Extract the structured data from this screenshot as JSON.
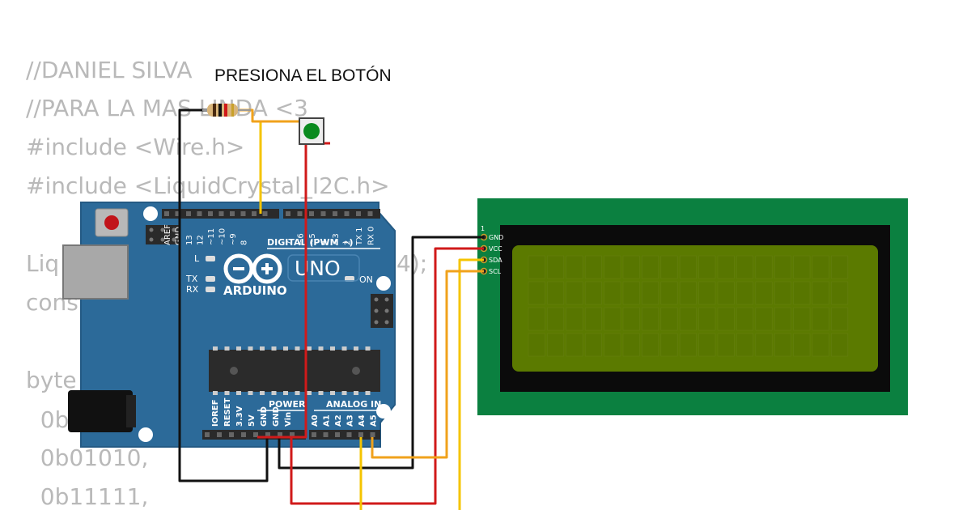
{
  "code_lines": [
    "//DANIEL SILVA",
    "//PARA LA MAS LINDA <3",
    "#include <Wire.h>",
    "#include <LiquidCrystal_I2C.h>",
    "",
    "Liq",
    "cons",
    "",
    "byte",
    "  0b",
    "  0b01010,",
    "  0b11111,"
  ],
  "code_fragment": "4);",
  "caption": "PRESIONA EL BOTÓN",
  "arduino": {
    "brand": "ARDUINO",
    "model": "UNO",
    "digital_label": "DIGITAL (PWM ~)",
    "power_label": "POWER",
    "analog_label": "ANALOG IN",
    "on_label": "ON",
    "led_labels": [
      "L",
      "TX",
      "RX"
    ],
    "digital_pins": [
      "AREF",
      "GND",
      "13",
      "12",
      "~11",
      "~10",
      "~9",
      "8",
      "7",
      "~6",
      "~5",
      "4",
      "~3",
      "2",
      "TX 1",
      "RX 0"
    ],
    "power_pins": [
      "IOREF",
      "RESET",
      "3.3V",
      "5V",
      "GND",
      "GND",
      "Vin"
    ],
    "analog_pins": [
      "A0",
      "A1",
      "A2",
      "A3",
      "A4",
      "A5"
    ],
    "colors": {
      "board": "#2c6a99",
      "header": "#2a2a2a",
      "chip": "#2b2b2b"
    }
  },
  "lcd": {
    "pin1_label": "1",
    "pins": [
      "GND",
      "VCC",
      "SDA",
      "SCL"
    ],
    "colors": {
      "pcb": "#0b8040",
      "bezel": "#0b0b0b",
      "screen": "#5b7a00"
    }
  },
  "wire_colors": {
    "black": "#111111",
    "red": "#d01a1a",
    "yellow": "#f5c400",
    "orange": "#f0a21c"
  },
  "icons": [
    "resistor-icon",
    "push-button-icon",
    "arduino-infinity-logo-icon",
    "reset-button-icon",
    "usb-port-icon",
    "barrel-jack-icon"
  ]
}
